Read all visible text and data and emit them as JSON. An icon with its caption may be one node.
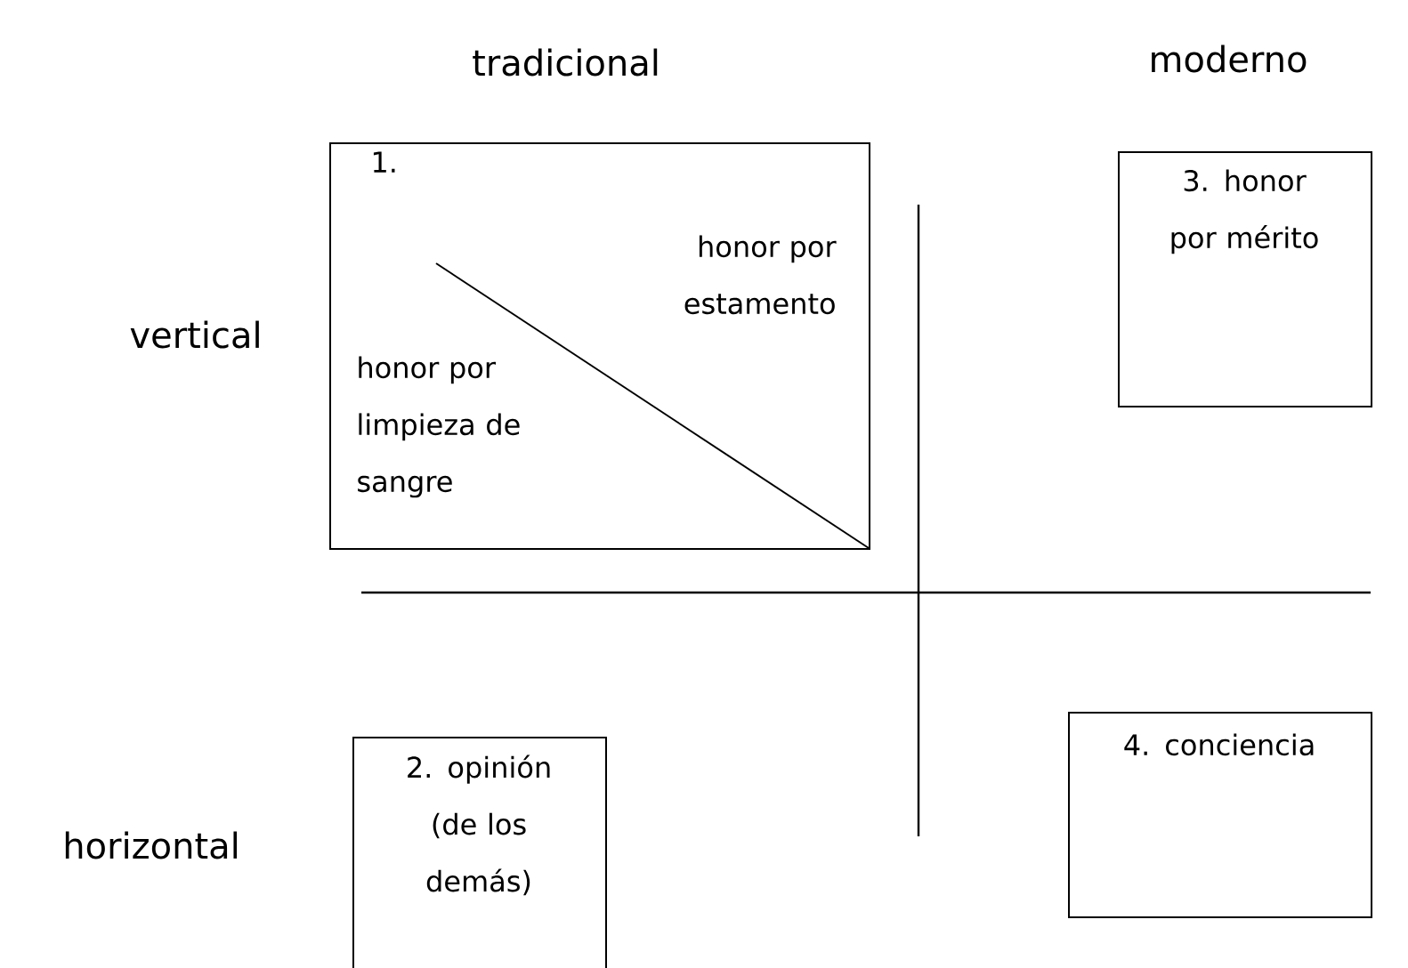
{
  "diagram": {
    "nodes": [
      {
        "text": [
          "1.",
          "honor por estamento",
          "honor por limpieza de sangre"
        ]
      },
      {
        "text": [
          "3. honor por mérito"
        ]
      },
      {
        "text": [
          "2. opinión (de los demás)"
        ]
      },
      {
        "text": [
          "4. conciencia"
        ]
      }
    ],
    "labels": [
      "tradicional",
      "moderno",
      "vertical",
      "horizontal"
    ]
  }
}
